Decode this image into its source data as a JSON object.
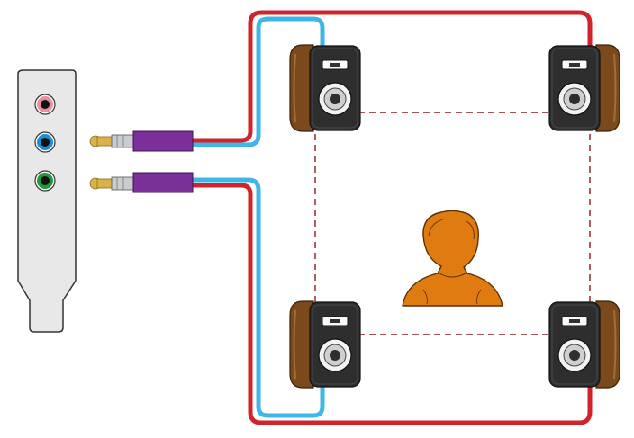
{
  "diagram": {
    "ports": [
      {
        "name": "port-pink",
        "color": "#e88fa0"
      },
      {
        "name": "port-blue",
        "color": "#1a8fd6"
      },
      {
        "name": "port-green",
        "color": "#1f9a3a"
      }
    ],
    "cables": {
      "red": "#d2232a",
      "blue": "#3fb7e6",
      "plug_body": "#7b2f99",
      "plug_tip": "#d9b34a"
    },
    "speaker": {
      "cabinet": "#7a4a1c",
      "face": "#2e2e2e",
      "cone": "#f2f2f2"
    },
    "listener": {
      "color": "#e07b12"
    },
    "bracket": {
      "fill": "#e8e8e8",
      "stroke": "#333333"
    },
    "layout_lines": {
      "color": "#8b1a1a"
    }
  }
}
